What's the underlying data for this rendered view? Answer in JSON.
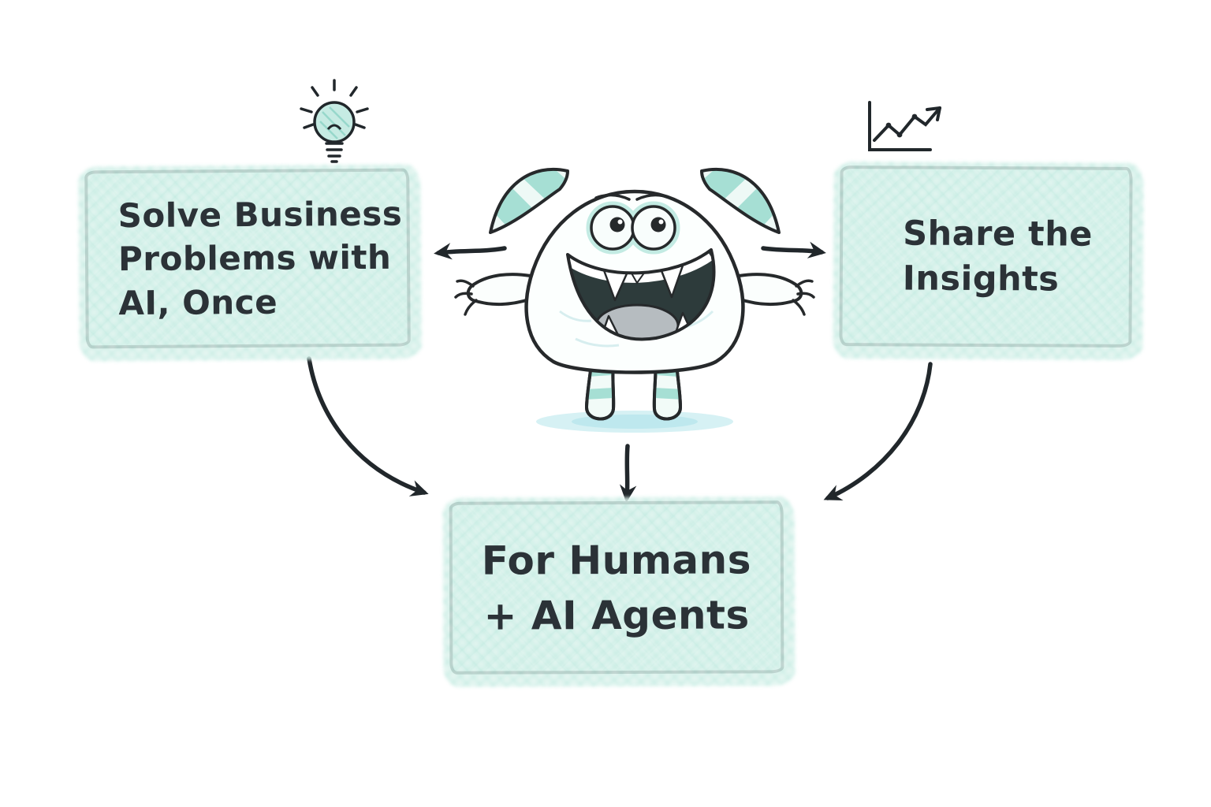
{
  "boxes": {
    "left": {
      "label": "Solve Business\nProblems with\nAI, Once"
    },
    "right": {
      "label": "Share the\nInsights"
    },
    "bottom": {
      "label": "For Humans\n+ AI Agents"
    }
  },
  "icons": {
    "lightbulb": "idea-lightbulb-icon",
    "chart": "growth-chart-icon",
    "monster": "mascot-monster-illustration"
  },
  "colors": {
    "ink": "#21272b",
    "mint_fill": "#e6f8f3",
    "mint_hatch": "#94dbcc",
    "teal_accent": "#a6dfd4",
    "text": "#2b3237"
  }
}
